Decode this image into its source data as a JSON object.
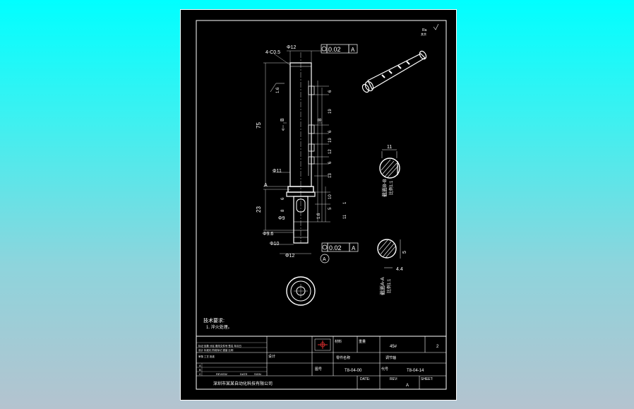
{
  "colors": {
    "background_top": "#00ffff",
    "background_bottom": "#b4c3cf",
    "drawing_bg": "#000000",
    "line": "#ffffff",
    "frame_logo": "#e03030"
  },
  "corner_note": {
    "line1": "Ra",
    "line2": "其余"
  },
  "dimensions": {
    "chamfer": "4-C0.5",
    "top_dia": "Φ12",
    "top_tolerance": "0.02",
    "top_datum": "A",
    "roughness_left": "1.6",
    "overall_length": "75",
    "section_b_mark": "B",
    "section_b_mark_right": "B",
    "slot_19a": "19",
    "slot_6a": "6",
    "slot_19b": "19",
    "slot_6b": "6",
    "slot_12": "12",
    "slot_6c": "6",
    "slot_13": "13",
    "dia_11": "Φ11",
    "sec_a_mark": "A",
    "len_23": "23",
    "dim_6": "6",
    "dim_8": "8",
    "dia_9": "Φ9",
    "dim_10": "10",
    "dim_5": "5",
    "dim_11": "11",
    "dim_1": "1",
    "roughness_lower": "1.6",
    "dia_96": "Φ9.6",
    "dia_10": "Φ10",
    "bottom_dia": "Φ12",
    "bottom_tolerance": "0.02",
    "bottom_datum": "A",
    "datum_bubble": "A"
  },
  "section_bb": {
    "width_label": "11",
    "title": "截面B-B",
    "scale": "比例1:1"
  },
  "section_aa": {
    "height_label": "5",
    "width_label": "4.4",
    "title": "截面A-A",
    "scale": "比例1:1"
  },
  "notes": {
    "heading": "技术要求:",
    "item1": "1. 淬火处理。"
  },
  "title_block": {
    "rev_rows": [
      "标记 处数 分区 更改文件号 签名 年月日",
      "设计 标准化 阶段标记 重量 比例",
      "审核 工艺 批准"
    ],
    "weight_label": "重量",
    "weight_value": "45#",
    "scale_value": "2",
    "material_label": "材料",
    "part_label": "零件名称",
    "part_value": "调节轴",
    "drawing_no_label": "图号",
    "drawing_no_value": "T8-04-00",
    "code_label": "代号",
    "code_value": "T8-04-14",
    "design_label": "设计",
    "rows_small": [
      "A",
      "B",
      "C"
    ],
    "review_label": "REVIEW",
    "date_label_small": "DATE",
    "sign_label_small": "SIGN",
    "company": "深圳市某某自动化科技有限公司",
    "date_label": "DATE:",
    "rev_label": "REV:",
    "rev_value": "A",
    "sheet_label": "SHEET:"
  }
}
